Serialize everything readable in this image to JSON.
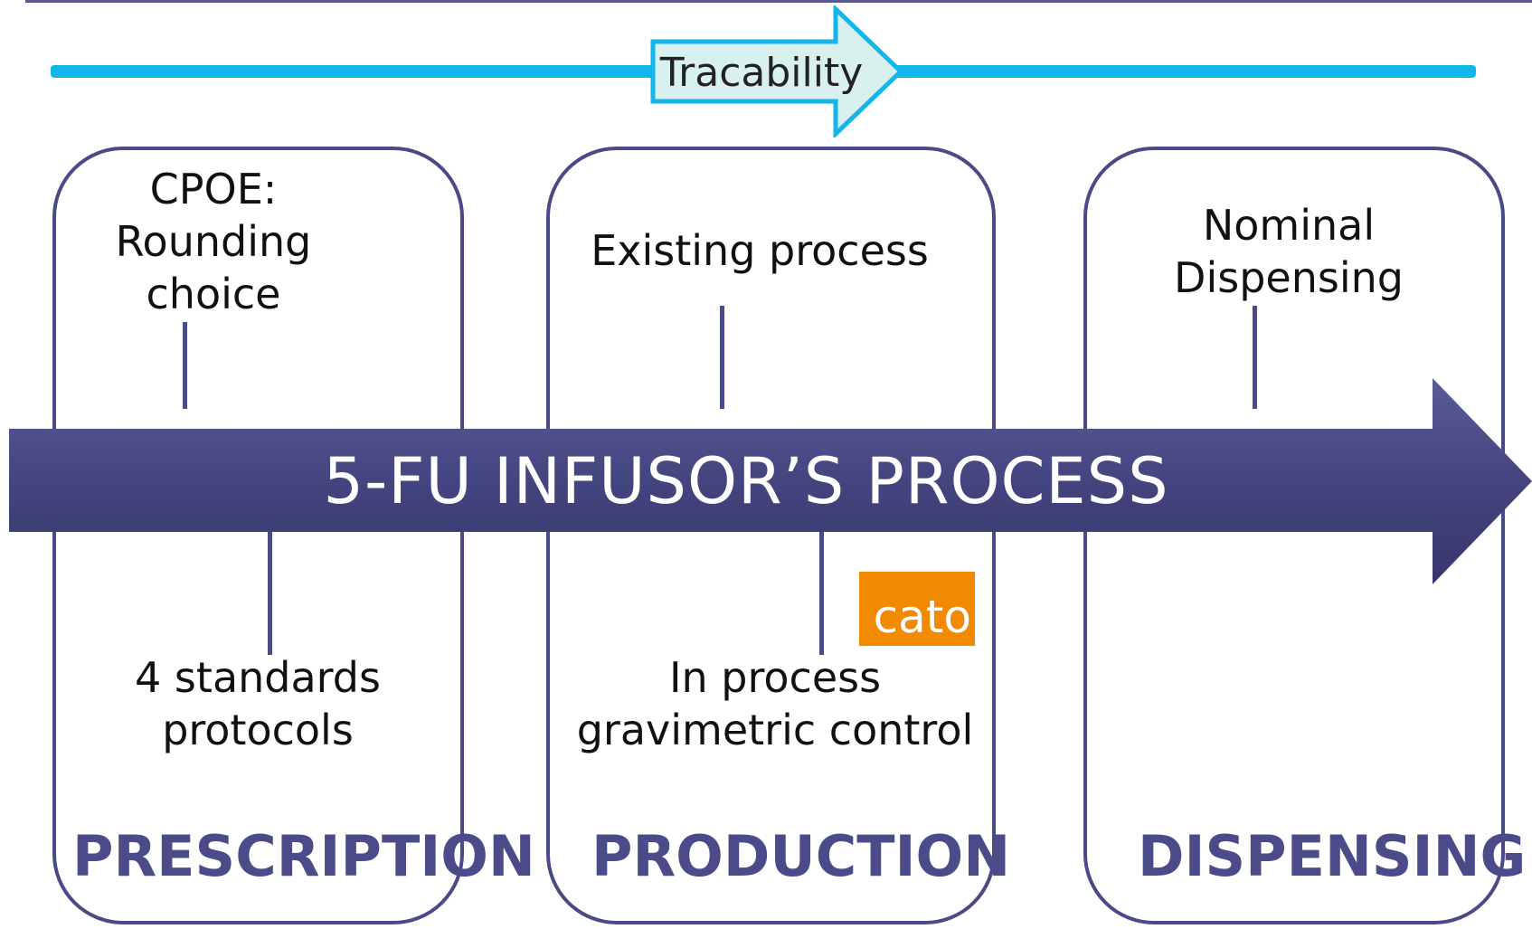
{
  "traceability": {
    "label": "Tracability"
  },
  "main_process": {
    "label": "5-FU INFUSOR’S PROCESS"
  },
  "stages": {
    "prescription": {
      "label": "PRESCRIPTION",
      "top_lines": [
        "CPOE:",
        "Rounding",
        "choice"
      ],
      "bottom_lines": [
        "4 standards",
        "protocols"
      ]
    },
    "production": {
      "label": "PRODUCTION",
      "top_lines": [
        "Existing process"
      ],
      "bottom_lines": [
        "In process",
        "gravimetric control"
      ],
      "logo": "cato"
    },
    "dispensing": {
      "label": "DISPENSING",
      "top_lines": [
        "Nominal",
        "Dispensing"
      ]
    }
  },
  "colors": {
    "box_border": "#4a4a86",
    "main_arrow": "#44447f",
    "trace_line": "#13b5ea",
    "trace_arrow_fill": "#d8f0ee",
    "logo_bg": "#f18a00"
  }
}
